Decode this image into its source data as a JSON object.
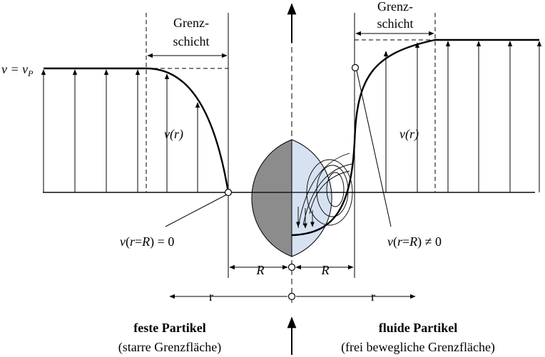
{
  "labels": {
    "grenz_left_1": "Grenz-",
    "grenz_left_2": "schicht",
    "grenz_right_1": "Grenz-",
    "grenz_right_2": "schicht",
    "v_eq_vp": "v = vP",
    "v_r_left": "v(r)",
    "v_r_right": "v(r)",
    "cond_left": "v(r=R) = 0",
    "cond_right": "v(r=R) ≠ 0",
    "R_left": "R",
    "R_right": "R",
    "r_left": "r",
    "r_right": "r",
    "title_left": "feste Partikel",
    "subtitle_left": "(starre Grenzfläche)",
    "title_right": "fluide Partikel",
    "subtitle_right": "(frei bewegliche Grenzfläche)"
  },
  "colors": {
    "solid_half": "#8c8c8c",
    "fluid_half": "#d6e2f1",
    "line": "#000000"
  }
}
